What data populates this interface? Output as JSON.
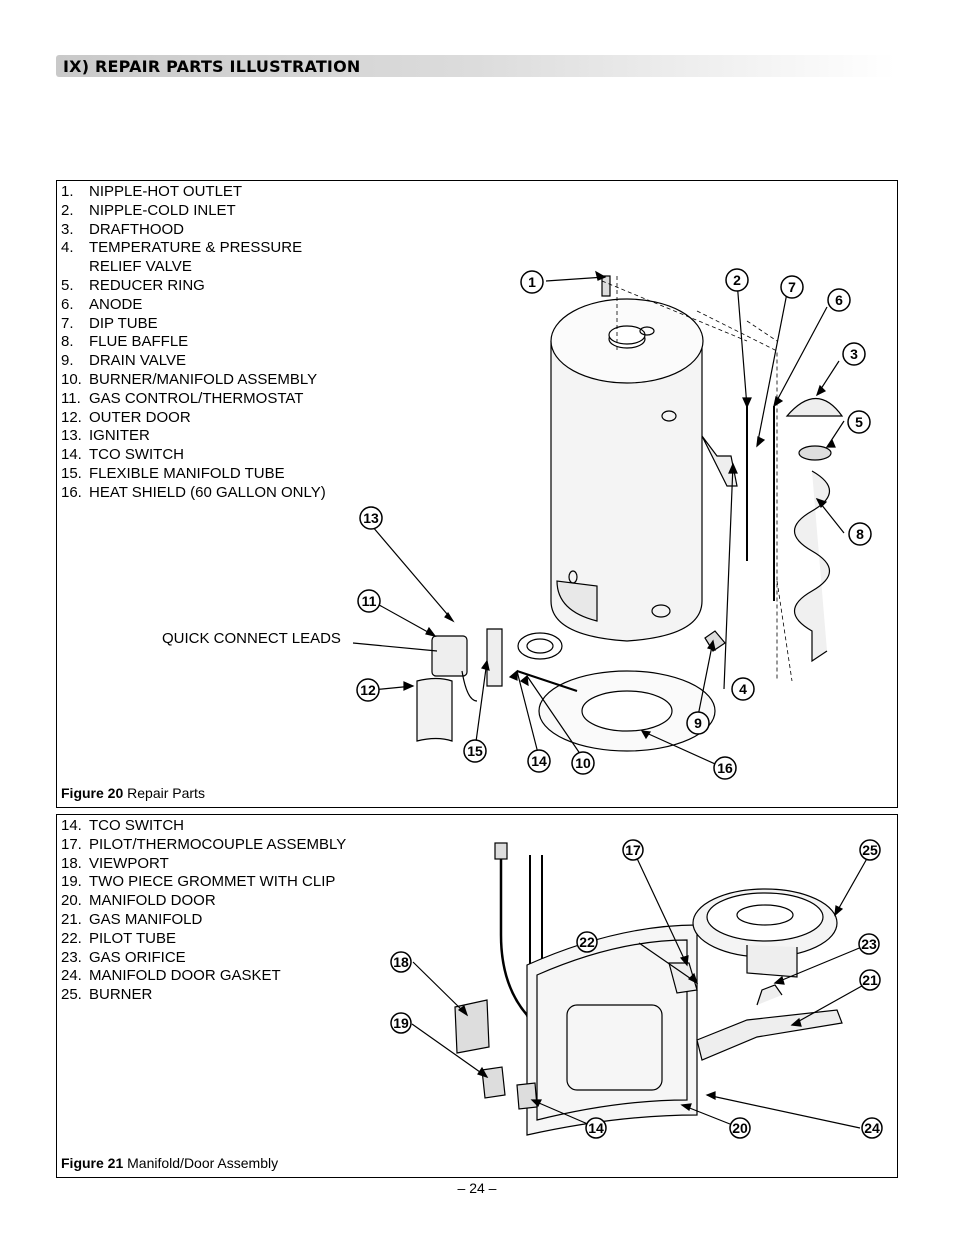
{
  "section": {
    "title": "IX) REPAIR PARTS ILLUSTRATION"
  },
  "figure20": {
    "parts": [
      {
        "num": "1.",
        "text": "NIPPLE-HOT OUTLET"
      },
      {
        "num": "2.",
        "text": "NIPPLE-COLD INLET"
      },
      {
        "num": "3.",
        "text": "DRAFTHOOD"
      },
      {
        "num": "4.",
        "text": "TEMPERATURE & PRESSURE"
      },
      {
        "num": "",
        "text": "RELIEF VALVE"
      },
      {
        "num": "5.",
        "text": "REDUCER RING"
      },
      {
        "num": "6.",
        "text": "ANODE"
      },
      {
        "num": "7.",
        "text": "DIP TUBE"
      },
      {
        "num": "8.",
        "text": "FLUE BAFFLE"
      },
      {
        "num": "9.",
        "text": "DRAIN VALVE"
      },
      {
        "num": "10.",
        "text": "BURNER/MANIFOLD ASSEMBLY"
      },
      {
        "num": "11.",
        "text": "GAS CONTROL/THERMOSTAT"
      },
      {
        "num": "12.",
        "text": "OUTER DOOR"
      },
      {
        "num": "13.",
        "text": "IGNITER"
      },
      {
        "num": "14.",
        "text": "TCO SWITCH"
      },
      {
        "num": "15.",
        "text": "FLEXIBLE MANIFOLD TUBE"
      },
      {
        "num": "16.",
        "text": "HEAT SHIELD (60 GALLON ONLY)"
      }
    ],
    "annotation": "QUICK CONNECT LEADS",
    "callouts": [
      "1",
      "2",
      "7",
      "6",
      "3",
      "5",
      "8",
      "13",
      "11",
      "12",
      "4",
      "9",
      "15",
      "14",
      "10",
      "16"
    ],
    "caption_label": "Figure 20",
    "caption_text": "Repair Parts"
  },
  "figure21": {
    "parts": [
      {
        "num": "14.",
        "text": "TCO SWITCH"
      },
      {
        "num": "17.",
        "text": "PILOT/THERMOCOUPLE ASSEMBLY"
      },
      {
        "num": "18.",
        "text": "VIEWPORT"
      },
      {
        "num": "19.",
        "text": "TWO PIECE GROMMET WITH CLIP"
      },
      {
        "num": "20.",
        "text": "MANIFOLD DOOR"
      },
      {
        "num": "21.",
        "text": "GAS MANIFOLD"
      },
      {
        "num": "22.",
        "text": "PILOT TUBE"
      },
      {
        "num": "23.",
        "text": "GAS ORIFICE"
      },
      {
        "num": "24.",
        "text": "MANIFOLD DOOR GASKET"
      },
      {
        "num": "25.",
        "text": "BURNER"
      }
    ],
    "callouts": [
      "17",
      "25",
      "22",
      "23",
      "18",
      "21",
      "19",
      "14",
      "20",
      "24"
    ],
    "caption_label": "Figure 21",
    "caption_text": "Manifold/Door Assembly"
  },
  "page_number": "– 24 –"
}
